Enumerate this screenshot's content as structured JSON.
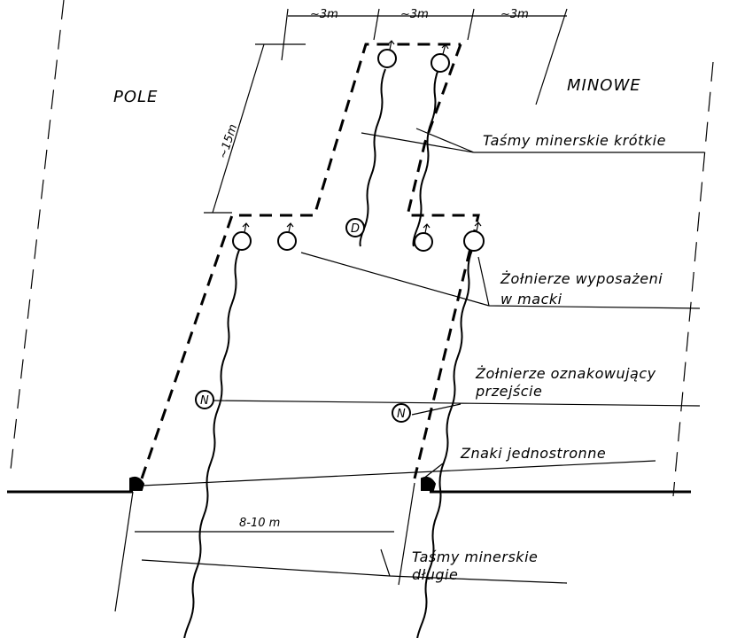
{
  "labels": {
    "pole": "POLE",
    "minowe": "MINOWE",
    "dim_left": "~3m",
    "dim_mid": "~3m",
    "dim_right": "~3m",
    "dim_height": "~15m",
    "dim_width": "8-10 m",
    "d_marker": "D",
    "n_marker": "N",
    "tasmy_krotkie": "Taśmy minerskie krótkie",
    "zolnierze_wyposazeni_1": "Żołnierze wyposażeni",
    "zolnierze_wyposazeni_2": "w macki",
    "zolnierze_oznakowujacy_1": "Żołnierze oznakowujący",
    "zolnierze_oznakowujacy_2": "przejście",
    "znaki": "Znaki jednostronne",
    "tasmy_dlugie_1": "Taśmy minerskie",
    "tasmy_dlugie_2": "długie"
  }
}
